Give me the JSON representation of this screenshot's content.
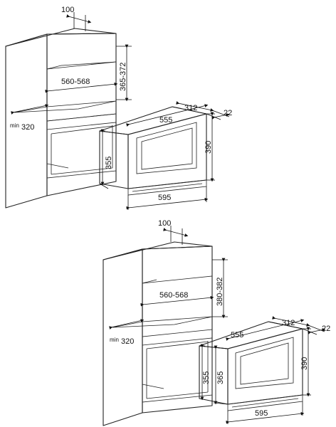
{
  "top_diagram": {
    "dims": {
      "top_depth": "100",
      "niche_width": "560-568",
      "niche_height": "365-372",
      "min_depth_prefix": "min",
      "min_depth": "320",
      "oven_width": "555",
      "oven_depth": "312",
      "front_thickness": "22",
      "oven_height": "390",
      "oven_front_height": "355",
      "front_width": "595"
    }
  },
  "bottom_diagram": {
    "dims": {
      "top_depth": "100",
      "niche_width": "560-568",
      "niche_height": "380-382",
      "min_depth_prefix": "min",
      "min_depth": "320",
      "oven_width": "555",
      "oven_depth": "312",
      "front_thickness": "22",
      "oven_height": "390",
      "oven_front_height": "355",
      "oven_inner_height": "365",
      "front_width": "595"
    }
  }
}
